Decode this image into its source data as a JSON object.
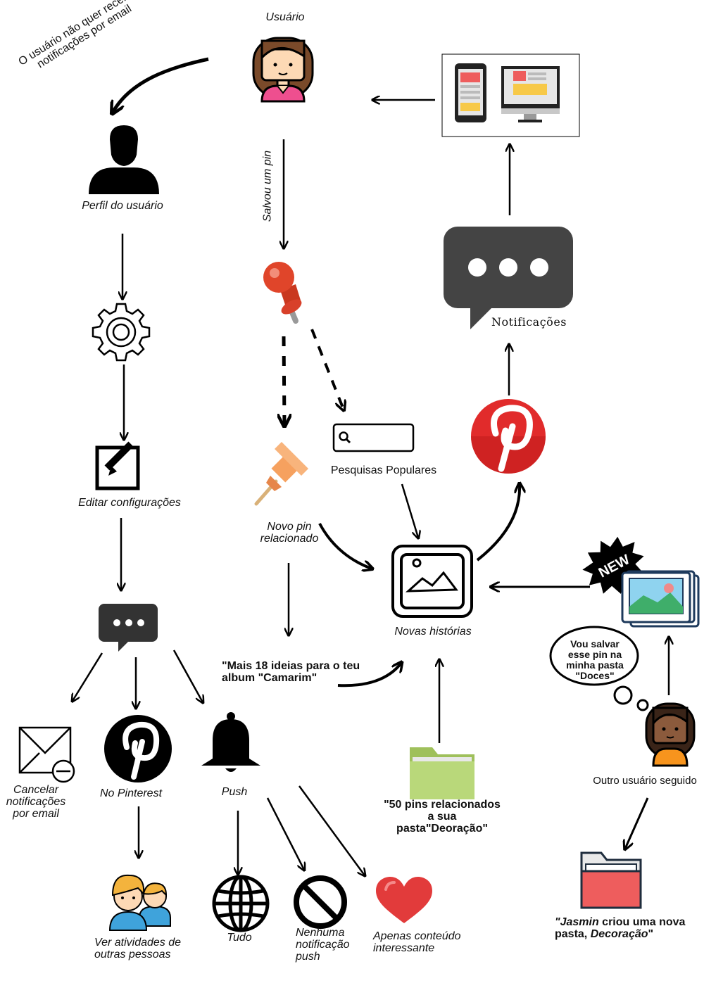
{
  "labels": {
    "usuario": "Usuário",
    "no_email_1": "O usuário não quer receber",
    "no_email_2": "notificações por email",
    "perfil": "Perfil do usuário",
    "editar": "Editar configurações",
    "cancelar_1": "Cancelar",
    "cancelar_2": "notificações",
    "cancelar_3": "por email",
    "no_pinterest": "No Pinterest",
    "push": "Push",
    "ver_1": "Ver atividades de",
    "ver_2": "outras pessoas",
    "tudo": "Tudo",
    "nenhuma_1": "Nenhuma",
    "nenhuma_2": "notificação",
    "nenhuma_3": "push",
    "apenas_1": "Apenas conteúdo",
    "apenas_2": "interessante",
    "salvou": "Salvou um pin",
    "novo_pin_1": "Novo pin",
    "novo_pin_2": "relacionado",
    "pesquisas": "Pesquisas Populares",
    "mais18_1": "\"Mais 18 ideias para o teu",
    "mais18_2": "album \"Camarim\"",
    "novas_historias": "Novas histórias",
    "pins50_1": "\"50 pins relacionados",
    "pins50_2": "a sua",
    "pins50_3": "pasta\"Deoração\"",
    "notificacoes": "Notificações",
    "bubble_1": "Vou salvar",
    "bubble_2": "esse pin na",
    "bubble_3": "minha pasta",
    "bubble_4": "\"Doces\"",
    "outro_usuario": "Outro usuário seguido",
    "jasmin_name": "\"Jasmin",
    "jasmin_mid": " criou uma nova",
    "jasmin_2a": "pasta, ",
    "jasmin_2b": "Decoração",
    "jasmin_2c": "\"",
    "new_badge": "NEW"
  },
  "icons": [
    "user-woman-icon",
    "user-silhouette-icon",
    "gear-icon",
    "edit-icon",
    "chat-dots-icon",
    "mail-cancel-icon",
    "pinterest-logo-icon",
    "bell-icon",
    "users-group-icon",
    "globe-icon",
    "no-entry-icon",
    "heart-icon",
    "red-pushpin-icon",
    "orange-pushpin-icon",
    "search-box-icon",
    "image-frame-icon",
    "folder-green-icon",
    "notification-bubble-icon",
    "devices-icon",
    "new-badge-icon",
    "photo-stack-icon",
    "thought-bubble-icon",
    "user-woman-dark-icon",
    "folder-red-icon"
  ],
  "colors": {
    "pinterest_red": "#e12b2b",
    "dark_gray": "#444444",
    "pin_red": "#e0452a",
    "pin_orange": "#f6a15f",
    "folder_green": "#b9d87a",
    "folder_red": "#ee5d5d",
    "heart_red": "#e23b3b",
    "skin_light": "#fdd9b5",
    "hair_brown": "#7a4a2a",
    "shirt_pink": "#ee4f8f",
    "shirt_orange": "#f7941d",
    "skin_dark": "#8b5a3c"
  }
}
